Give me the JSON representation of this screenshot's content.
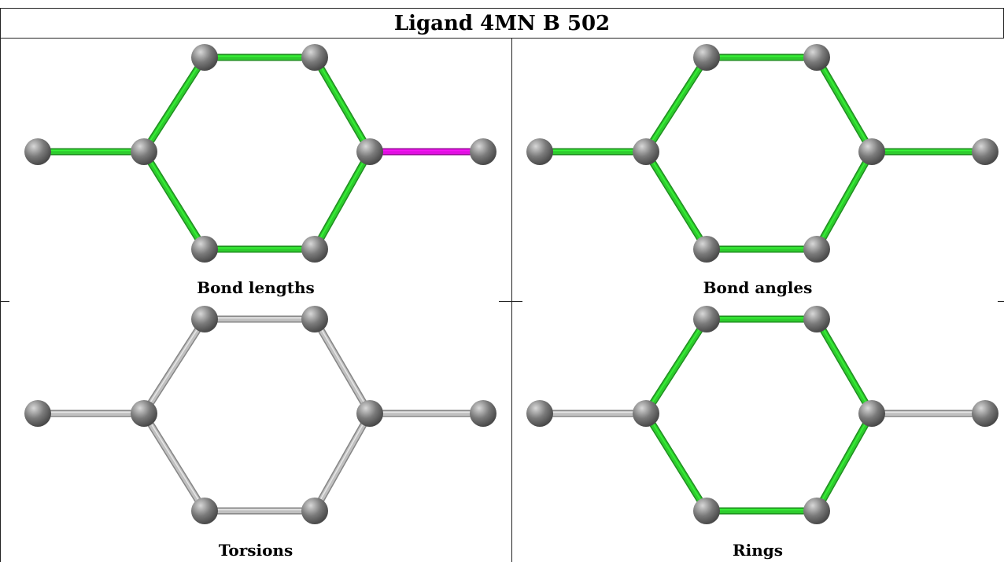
{
  "title": "Ligand 4MN B 502",
  "colors": {
    "atom": "#7a7a7a",
    "bond_ok": "#2ecc2e",
    "bond_outlier": "#e010e0",
    "bond_neutral": "#c0c0c0",
    "border": "#222222"
  },
  "atoms": [
    {
      "id": "a1"
    },
    {
      "id": "a2"
    },
    {
      "id": "a3"
    },
    {
      "id": "a4"
    },
    {
      "id": "a5"
    },
    {
      "id": "a6"
    },
    {
      "id": "a7"
    },
    {
      "id": "a8"
    }
  ],
  "bonds": [
    {
      "from": "a1",
      "to": "a2"
    },
    {
      "from": "a2",
      "to": "a3"
    },
    {
      "from": "a3",
      "to": "a4"
    },
    {
      "from": "a4",
      "to": "a5"
    },
    {
      "from": "a5",
      "to": "a6"
    },
    {
      "from": "a6",
      "to": "a7"
    },
    {
      "from": "a7",
      "to": "a2"
    },
    {
      "from": "a5",
      "to": "a8"
    }
  ],
  "panels": [
    {
      "caption": "Bond lengths",
      "bond_colors": [
        "bond_ok",
        "bond_ok",
        "bond_ok",
        "bond_ok",
        "bond_ok",
        "bond_ok",
        "bond_ok",
        "bond_outlier"
      ]
    },
    {
      "caption": "Bond angles",
      "bond_colors": [
        "bond_ok",
        "bond_ok",
        "bond_ok",
        "bond_ok",
        "bond_ok",
        "bond_ok",
        "bond_ok",
        "bond_ok"
      ]
    },
    {
      "caption": "Torsions",
      "bond_colors": [
        "bond_neutral",
        "bond_neutral",
        "bond_neutral",
        "bond_neutral",
        "bond_neutral",
        "bond_neutral",
        "bond_neutral",
        "bond_neutral"
      ]
    },
    {
      "caption": "Rings",
      "bond_colors": [
        "bond_neutral",
        "bond_ok",
        "bond_ok",
        "bond_ok",
        "bond_ok",
        "bond_ok",
        "bond_ok",
        "bond_neutral"
      ]
    }
  ]
}
